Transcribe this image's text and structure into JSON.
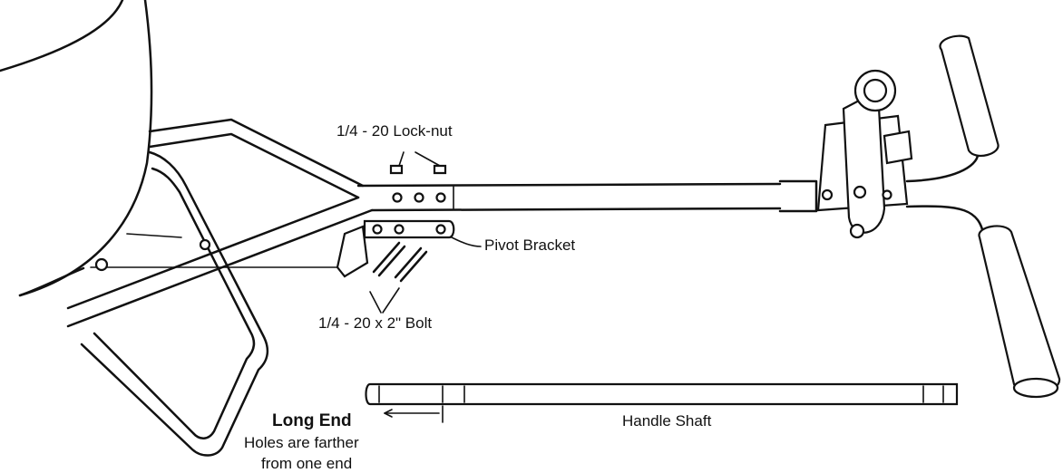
{
  "labels": {
    "lock_nut": "1/4 - 20 Lock-nut",
    "pivot_bracket": "Pivot Bracket",
    "bolt": "1/4 - 20 x 2\" Bolt",
    "long_end": "Long End",
    "holes_line1": "Holes are farther",
    "holes_line2": "from one end",
    "handle_shaft": "Handle Shaft"
  }
}
